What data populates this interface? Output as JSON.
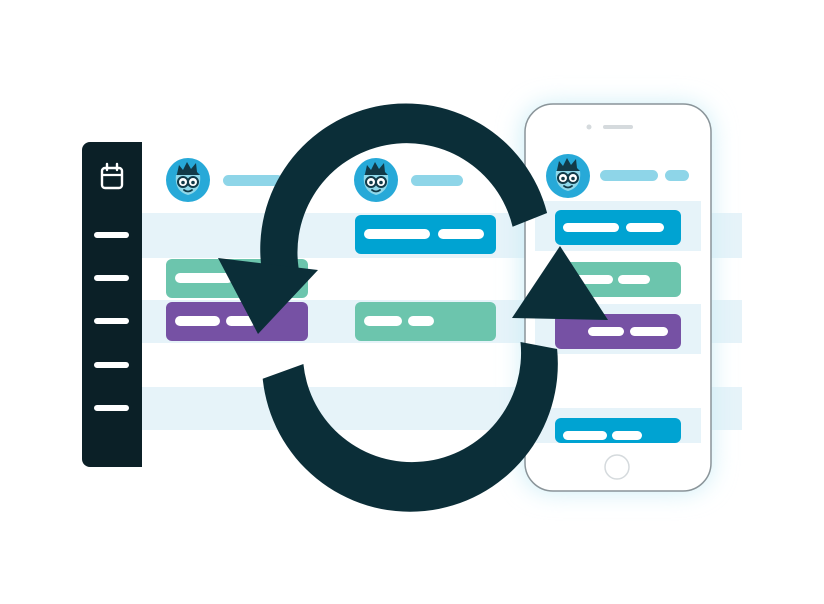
{
  "colors": {
    "background": "#ffffff",
    "sidebar": "#0b2027",
    "sidebar_icon": "#ffffff",
    "row_band": "#e6f3f9",
    "placeholder_line": "#8ed5e8",
    "sync_arrow": "#0b2e38",
    "event_blue": "#00a3d2",
    "event_green": "#6cc5ad",
    "event_purple": "#7651a4",
    "phone_frame": "#ffffff",
    "phone_outline": "#8a9499",
    "phone_glow": "#cdeef7",
    "avatar_blue": "#27a9d8"
  },
  "icons": {
    "sidebar_top": "calendar-icon",
    "sidebar_items": "menu-line-icon",
    "sync": "sync-arrows-icon",
    "avatar": "nerd-character-avatar"
  },
  "desktop": {
    "sidebar_item_count": 5,
    "columns": [
      {
        "name": "column-1",
        "events": [
          {
            "color": "event_green"
          },
          {
            "color": "event_purple"
          }
        ]
      },
      {
        "name": "column-2",
        "events": [
          {
            "color": "event_blue"
          },
          {
            "color": "event_green"
          }
        ]
      }
    ]
  },
  "phone": {
    "events": [
      {
        "color": "event_blue"
      },
      {
        "color": "event_green"
      },
      {
        "color": "event_purple"
      },
      {
        "color": "event_blue"
      }
    ]
  }
}
